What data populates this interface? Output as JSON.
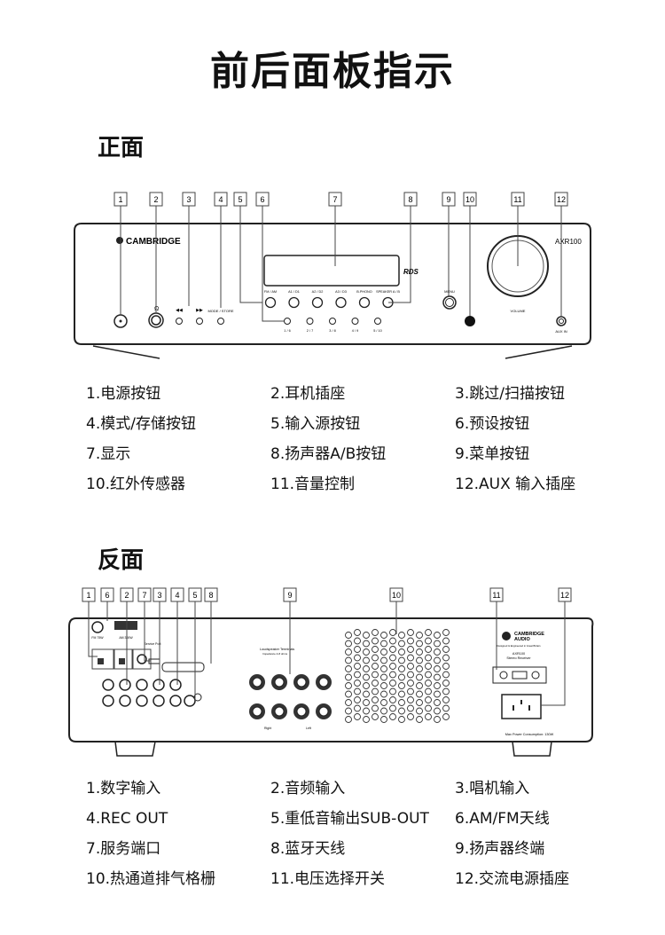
{
  "title": "前后面板指示",
  "front": {
    "heading": "正面",
    "numbers": [
      "1",
      "2",
      "3",
      "4",
      "5",
      "6",
      "7",
      "8",
      "9",
      "10",
      "11",
      "12"
    ],
    "brand": "CAMBRIDGE",
    "model": "AXR100",
    "rds": "RDS",
    "source_buttons": [
      "FM / AM",
      "A1 / D1",
      "A2 / D2",
      "A3 / D3",
      "B.PHONO",
      "SPEAKER A / B"
    ],
    "preset_labels": [
      "1 / 6",
      "2 / 7",
      "3 / 8",
      "4 / 9",
      "5 / 10"
    ],
    "mode_store": "MODE / STORE",
    "menu": "MENU",
    "volume": "VOLUME",
    "aux_in": "AUX IN",
    "legend": [
      "1.电源按钮",
      "2.耳机插座",
      "3.跳过/扫描按钮",
      "4.模式/存储按钮",
      "5.输入源按钮",
      "6.预设按钮",
      "7.显示",
      "8.扬声器A/B按钮",
      "9.菜单按钮",
      "10.红外传感器",
      "11.音量控制",
      "12.AUX 输入插座"
    ]
  },
  "rear": {
    "heading": "反面",
    "numbers": [
      "1",
      "6",
      "2",
      "7",
      "3",
      "4",
      "5",
      "8",
      "9",
      "10",
      "11",
      "12"
    ],
    "fm": "FM 75W",
    "am": "AM 300W",
    "service_port": "Service Port",
    "loudspeaker": "Loudspeaker Terminals",
    "impedance": "Impedance 4-8 ohms",
    "right": "Right",
    "left": "Left",
    "brand1": "CAMBRIDGE",
    "brand2": "AUDIO",
    "designed": "Designed & Engineered in Great Britain",
    "model": "AXR100",
    "model_sub": "Stereo Receiver",
    "max_power": "Max Power Consumption: 130W",
    "legend": [
      "1.数字输入",
      "2.音频输入",
      "3.唱机输入",
      "4.REC OUT",
      "5.重低音输出SUB-OUT",
      "6.AM/FM天线",
      "7.服务端口",
      "8.蓝牙天线",
      "9.扬声器终端",
      "10.热通道排气格栅",
      "11.电压选择开关",
      "12.交流电源插座"
    ]
  }
}
